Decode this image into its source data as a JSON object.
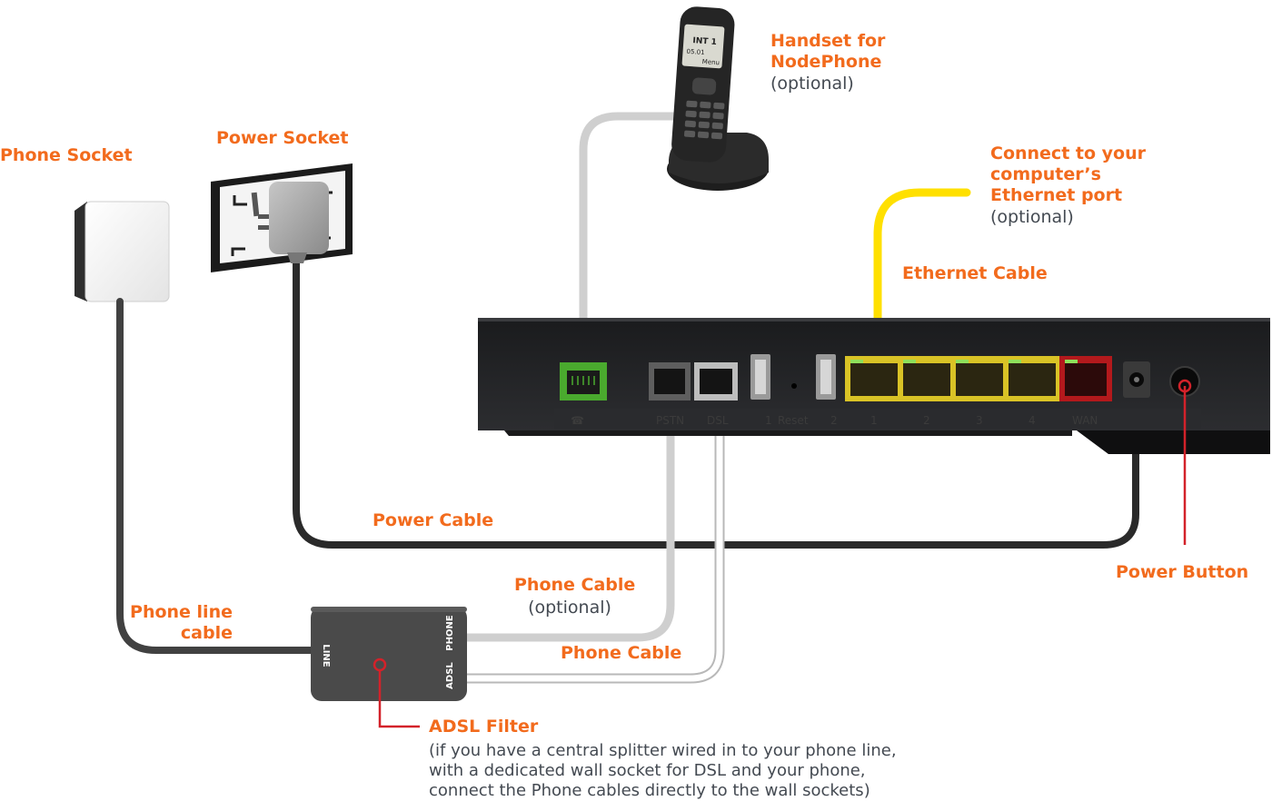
{
  "labels": {
    "phone_socket": "Phone Socket",
    "power_socket": "Power Socket",
    "handset_line1": "Handset for",
    "handset_line2": "NodePhone",
    "handset_optional": "(optional)",
    "ethernet_connect_line1": "Connect to your",
    "ethernet_connect_line2": "computer’s",
    "ethernet_connect_line3": "Ethernet port",
    "ethernet_connect_optional": "(optional)",
    "ethernet_cable": "Ethernet Cable",
    "power_cable": "Power Cable",
    "power_button": "Power Button",
    "phone_line_cable_line1": "Phone line",
    "phone_line_cable_line2": "cable",
    "phone_cable_optional_title": "Phone Cable",
    "phone_cable_optional_note": "(optional)",
    "phone_cable": "Phone Cable",
    "adsl_filter": "ADSL Filter",
    "adsl_note_line1": "(if you have a central splitter wired in to your phone line,",
    "adsl_note_line2": "with a dedicated wall socket for DSL and your phone,",
    "adsl_note_line3": "connect the Phone cables directly to the wall sockets)"
  },
  "filter_ports": {
    "line": "LINE",
    "phone": "PHONE",
    "adsl": "ADSL"
  },
  "router_port_labels": {
    "pstn": "PSTN",
    "dsl": "DSL",
    "usb1": "1",
    "reset": "Reset",
    "usb2": "2",
    "lan1": "1",
    "lan2": "2",
    "lan3": "3",
    "lan4": "4",
    "wan": "WAN"
  },
  "handset_screen": {
    "line1": "INT 1",
    "line2": "05.01",
    "line3": "Menu"
  },
  "colors": {
    "accent": "#f26b1d",
    "note_text": "#444a52",
    "router_body": "#1e1f21",
    "ethernet_cable": "#ffe000",
    "lan_ports": "#d9c326",
    "wan_port": "#b3191c",
    "nodephone_port": "#4aaa2e",
    "power_cable": "#2a2a2a",
    "phone_line_cable": "#414141",
    "grey_cable": "#cfcfcf",
    "power_button_marker": "#d3222a",
    "filter_body": "#4a4a4a"
  }
}
